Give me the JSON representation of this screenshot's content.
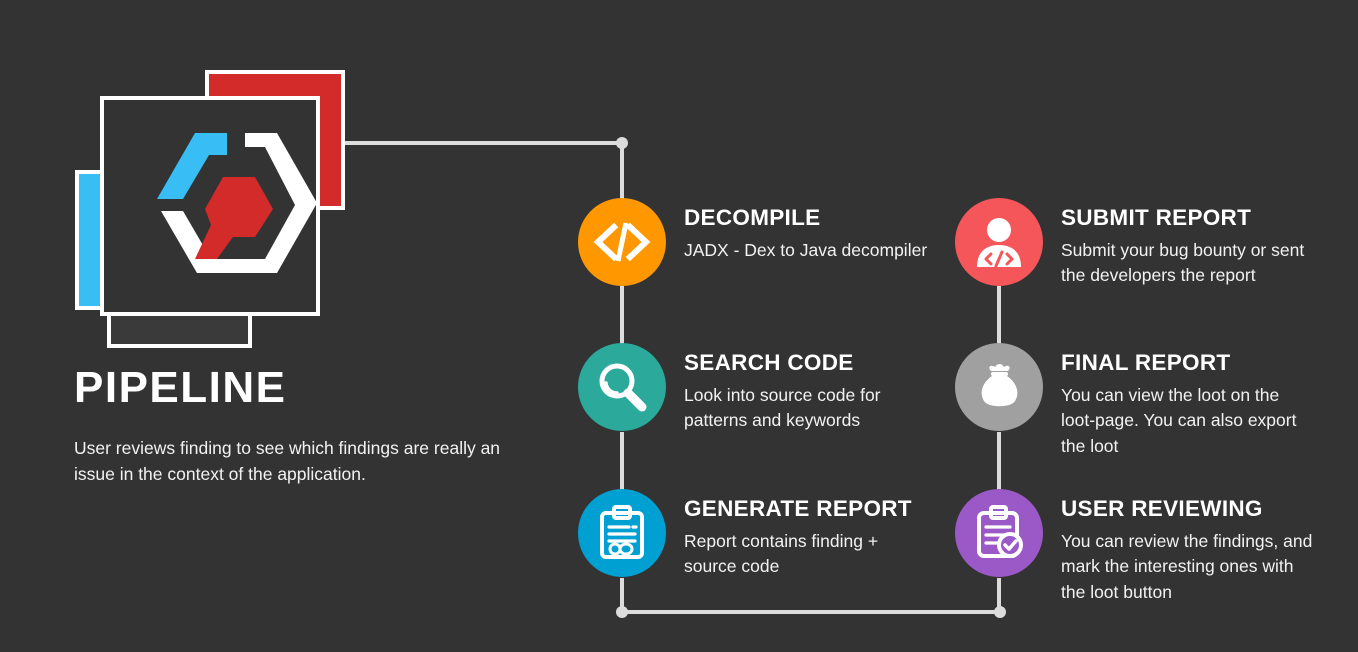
{
  "palette": {
    "background": "#333333",
    "connector": "#dcdcdc",
    "text_primary": "#ffffff",
    "text_secondary": "#f2f2f2",
    "logo_red": "#d32a2a",
    "logo_blue": "#38bdf4",
    "logo_white": "#ffffff"
  },
  "header": {
    "title": "PIPELINE",
    "subtitle": "User reviews finding to see which findings are really an issue in the context of the application."
  },
  "logo": {
    "name": "jadx-hexagon-logo",
    "cards": [
      "red-card",
      "blue-card",
      "dark-card",
      "main-card"
    ]
  },
  "steps": {
    "left": [
      {
        "id": "decompile",
        "title": "DECOMPILE",
        "desc": "JADX - Dex to Java decompiler",
        "color": "#ff9800",
        "icon": "code-brackets-icon"
      },
      {
        "id": "search-code",
        "title": "SEARCH CODE",
        "desc": "Look into source code for patterns and keywords",
        "color": "#2ba99b",
        "icon": "magnifying-glass-icon"
      },
      {
        "id": "generate-report",
        "title": "GENERATE REPORT",
        "desc": "Report contains finding + source code",
        "color": "#00a0d2",
        "icon": "clipboard-report-icon"
      }
    ],
    "right": [
      {
        "id": "submit-report",
        "title": "SUBMIT REPORT",
        "desc": "Submit your bug bounty or sent the developers the report",
        "color": "#f4565a",
        "icon": "developer-person-icon"
      },
      {
        "id": "final-report",
        "title": "FINAL REPORT",
        "desc": "You can view the loot on the loot-page. You can also export the loot",
        "color": "#a0a0a0",
        "icon": "loot-bag-icon"
      },
      {
        "id": "user-reviewing",
        "title": "USER REVIEWING",
        "desc": "You can review the findings, and mark the interesting ones with the loot button",
        "color": "#9b59c8",
        "icon": "clipboard-check-icon"
      }
    ]
  }
}
